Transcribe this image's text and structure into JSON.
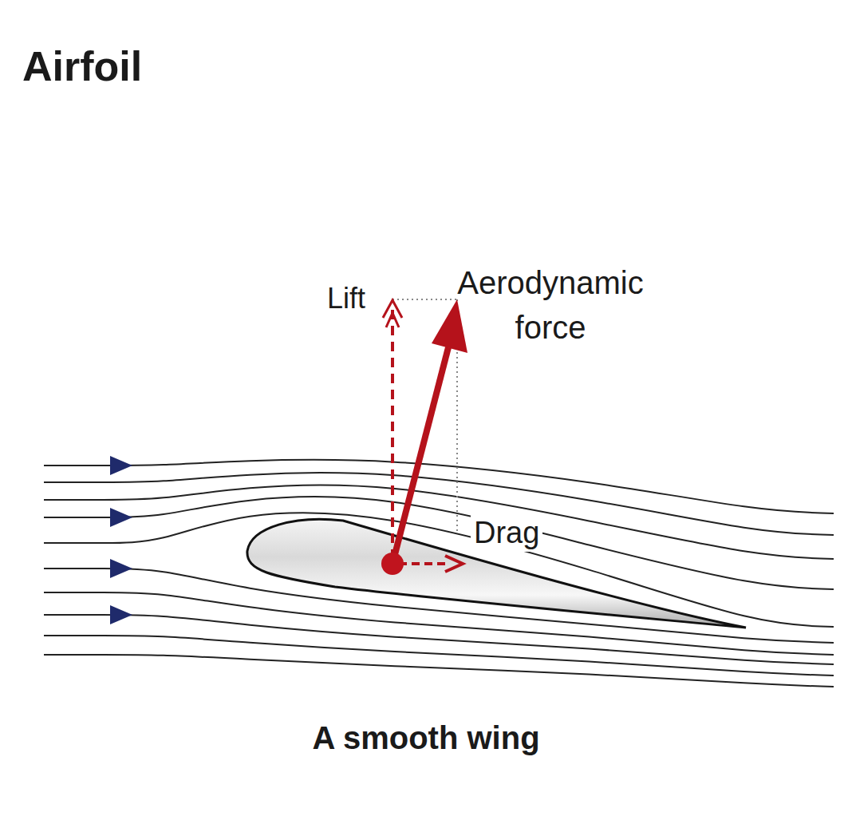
{
  "diagram": {
    "title": "Airfoil",
    "caption": "A smooth wing",
    "labels": [
      "Lift",
      "Aerodynamic force",
      "Drag"
    ]
  }
}
